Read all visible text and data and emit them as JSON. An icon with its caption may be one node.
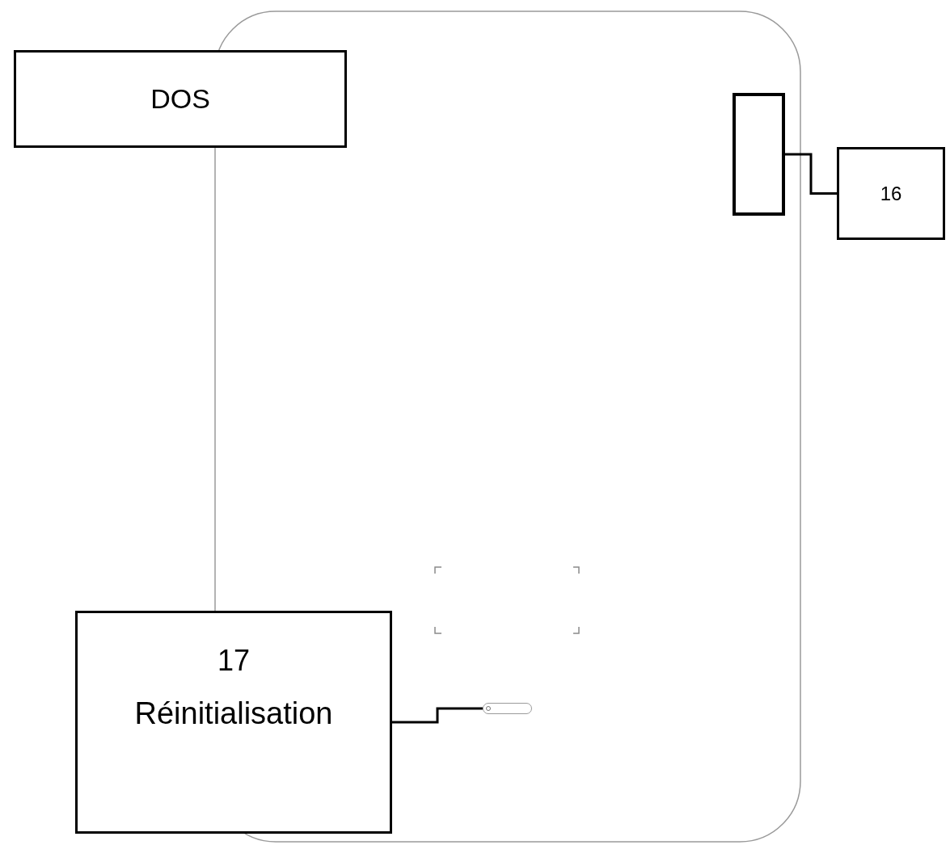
{
  "diagram": {
    "nodes": [
      {
        "text": [
          "DOS"
        ]
      },
      {
        "text": [],
        "shape": "box"
      },
      {
        "text": [
          "16"
        ]
      },
      {
        "text": [],
        "shape": "bar"
      },
      {
        "text": [
          "17",
          "Réinitialisation"
        ]
      }
    ],
    "edges": [
      {
        "from": 2,
        "to": 1,
        "arrow": "none"
      },
      {
        "from": 4,
        "to": 3,
        "arrow": "none"
      }
    ]
  }
}
